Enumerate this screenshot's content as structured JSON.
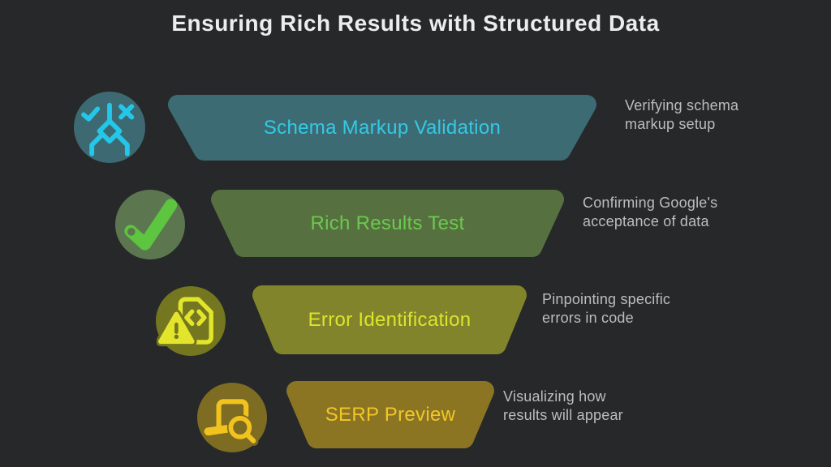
{
  "title": "Ensuring Rich Results with Structured Data",
  "background_color": "#26282a",
  "text_color": "#bdbdbd",
  "steps": [
    {
      "label": "Schema Markup Validation",
      "desc_line1": "Verifying schema",
      "desc_line2": "markup setup",
      "icon": "schema-validation-icon",
      "colors": {
        "bar": "#3c6b73",
        "label": "#35c9e5",
        "circle": "#3d6a72",
        "icon": "#22c7ea"
      }
    },
    {
      "label": "Rich Results Test",
      "desc_line1": "Confirming Google's",
      "desc_line2": "acceptance of data",
      "icon": "checkmark-icon",
      "colors": {
        "bar": "#56713f",
        "label": "#6cc94f",
        "circle": "#5c7750",
        "icon": "#5dc53f"
      }
    },
    {
      "label": "Error Identification",
      "desc_line1": "Pinpointing specific",
      "desc_line2": "errors in code",
      "icon": "code-error-icon",
      "colors": {
        "bar": "#81842a",
        "label": "#dde42e",
        "circle": "#74771f",
        "icon": "#e2e52b"
      }
    },
    {
      "label": "SERP Preview",
      "desc_line1": "Visualizing how",
      "desc_line2": "results will appear",
      "icon": "serp-search-icon",
      "colors": {
        "bar": "#8b7523",
        "label": "#f2c629",
        "circle": "#7d6c21",
        "icon": "#f2c31e"
      }
    }
  ]
}
